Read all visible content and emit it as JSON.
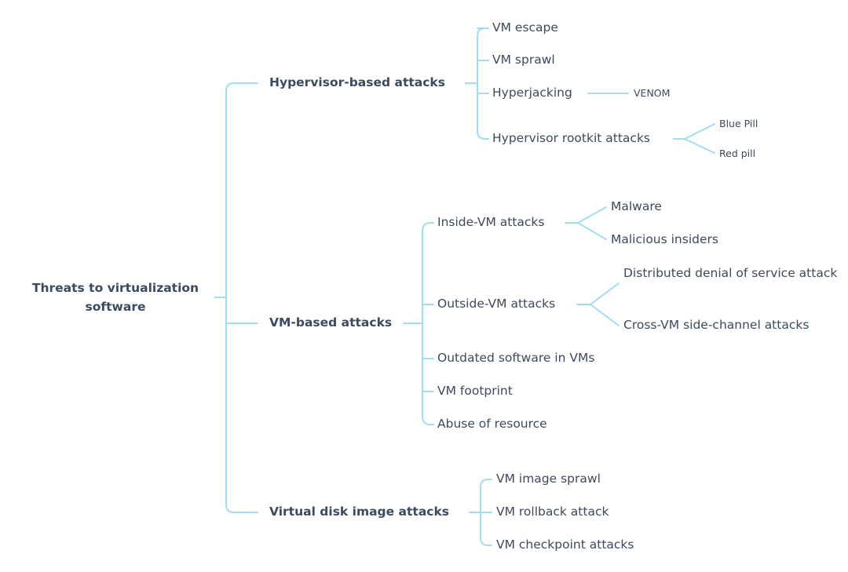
{
  "root": {
    "line1": "Threats to virtualization",
    "line2": "software"
  },
  "branches": [
    {
      "label": "Hypervisor-based attacks",
      "children": [
        {
          "label": "VM escape"
        },
        {
          "label": "VM sprawl"
        },
        {
          "label": "Hyperjacking",
          "children": [
            {
              "label": "VENOM"
            }
          ]
        },
        {
          "label": "Hypervisor rootkit attacks",
          "children": [
            {
              "label": "Blue Pill"
            },
            {
              "label": "Red pill"
            }
          ]
        }
      ]
    },
    {
      "label": "VM-based attacks",
      "children": [
        {
          "label": "Inside-VM attacks",
          "children": [
            {
              "label": "Malware"
            },
            {
              "label": "Malicious insiders"
            }
          ]
        },
        {
          "label": "Outside-VM attacks",
          "children": [
            {
              "label": "Distributed denial of service attack"
            },
            {
              "label": "Cross-VM side-channel attacks"
            }
          ]
        },
        {
          "label": "Outdated software in VMs"
        },
        {
          "label": "VM footprint"
        },
        {
          "label": "Abuse of resource"
        }
      ]
    },
    {
      "label": "Virtual disk image attacks",
      "children": [
        {
          "label": "VM image sprawl"
        },
        {
          "label": "VM rollback attack"
        },
        {
          "label": "VM checkpoint attacks"
        }
      ]
    }
  ],
  "colors": {
    "connector": "#a6dcef",
    "text": "#3d4a5c",
    "root_text": "#3a4a5f"
  }
}
